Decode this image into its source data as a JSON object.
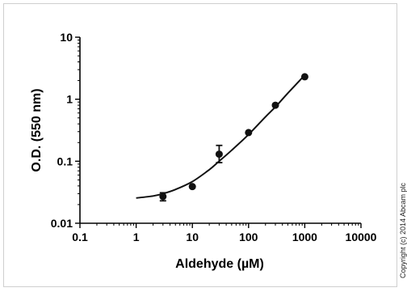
{
  "chart_data": {
    "type": "scatter",
    "xlabel": "Aldehyde (µM)",
    "ylabel": "O.D. (550 nm)",
    "x_scale": "log",
    "y_scale": "log",
    "xlim": [
      0.1,
      10000
    ],
    "ylim": [
      0.01,
      10
    ],
    "x_ticks": [
      "0.1",
      "1",
      "10",
      "100",
      "1000",
      "10000"
    ],
    "y_ticks": [
      "0.01",
      "0.1",
      "1",
      "10"
    ],
    "grid": false,
    "points": [
      {
        "x": 3,
        "y": 0.027,
        "err_low": 0.023,
        "err_high": 0.031
      },
      {
        "x": 10,
        "y": 0.039
      },
      {
        "x": 30,
        "y": 0.13,
        "err_low": 0.095,
        "err_high": 0.18
      },
      {
        "x": 100,
        "y": 0.29
      },
      {
        "x": 300,
        "y": 0.8
      },
      {
        "x": 1000,
        "y": 2.3
      }
    ],
    "fit_curve": {
      "x": [
        1,
        2,
        3,
        5,
        10,
        20,
        30,
        50,
        100,
        200,
        300,
        500,
        1000
      ],
      "y": [
        0.0255,
        0.0275,
        0.03,
        0.035,
        0.047,
        0.073,
        0.1,
        0.15,
        0.27,
        0.52,
        0.75,
        1.25,
        2.45
      ]
    },
    "colors": {
      "marker": "#111111",
      "line": "#111111",
      "axis": "#000000"
    }
  },
  "copyright": "Copyright (c) 2014 Abcam plc"
}
